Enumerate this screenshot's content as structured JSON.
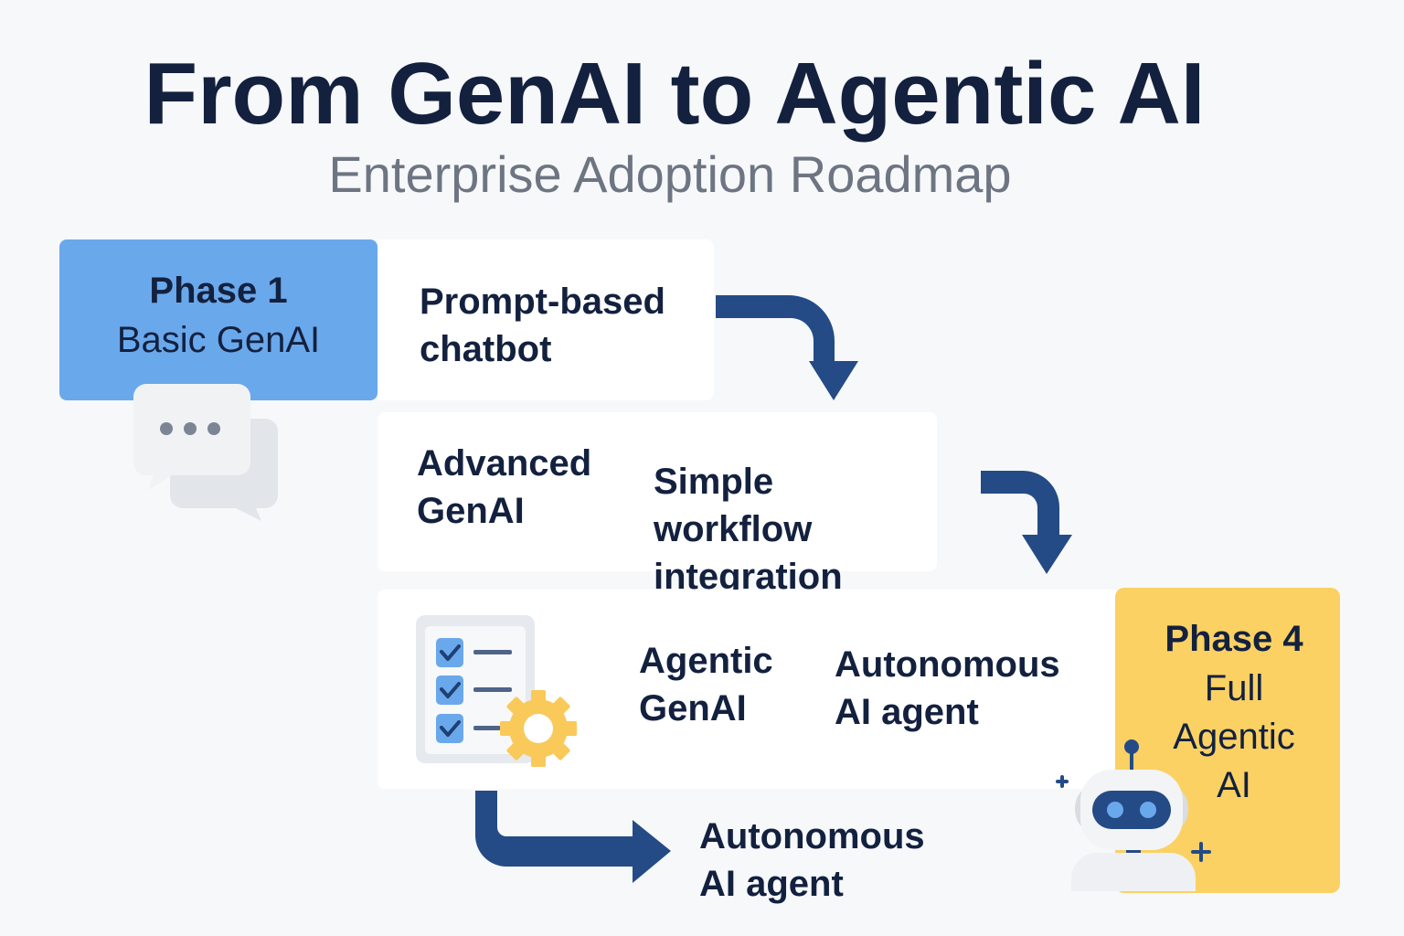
{
  "header": {
    "title": "From GenAI to Agentic AI",
    "subtitle": "Enterprise Adoption Roadmap"
  },
  "phases": [
    {
      "label": "Phase 1",
      "name": "Basic GenAI",
      "color": "#6aa8ec"
    },
    {
      "label": "Phase 4",
      "name_lines": [
        "Full",
        "Agentic",
        "AI"
      ],
      "color": "#fbd164"
    }
  ],
  "steps": [
    {
      "description_lines": [
        "Prompt-based",
        "chatbot"
      ]
    },
    {
      "name_lines": [
        "Advanced",
        "GenAI"
      ],
      "description_lines": [
        "Simple workflow",
        "integration"
      ]
    },
    {
      "name_lines": [
        "Agentic",
        "GenAI"
      ],
      "description_lines": [
        "Autonomous",
        "AI agent"
      ]
    }
  ],
  "outcome": {
    "lines": [
      "Autonomous",
      "AI agent"
    ]
  },
  "icons": {
    "phase1": "chat-bubbles-icon",
    "step3": "checklist-gear-icon",
    "phase4": "robot-icon"
  },
  "colors": {
    "arrow": "#244b86",
    "text": "#13213f",
    "subtitle": "#6e7582",
    "gear": "#f9c95a",
    "check": "#6aa8ec"
  }
}
